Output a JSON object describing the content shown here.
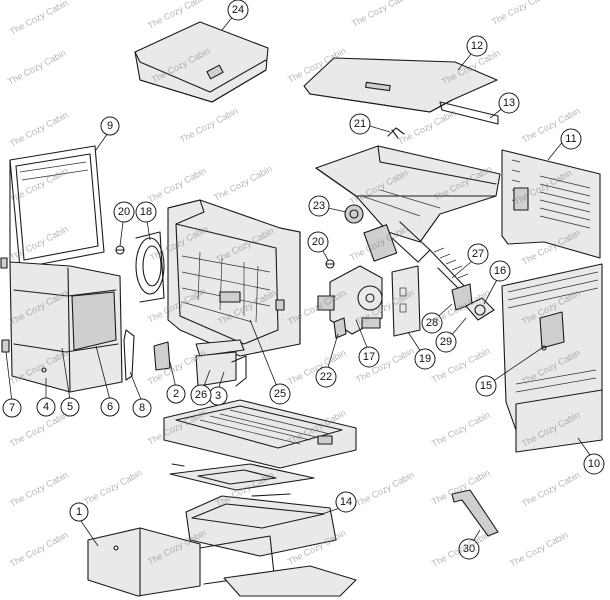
{
  "watermark": "The Cozy Cabin",
  "callouts": [
    "1",
    "2",
    "3",
    "4",
    "5",
    "6",
    "7",
    "8",
    "9",
    "10",
    "11",
    "12",
    "13",
    "14",
    "15",
    "16",
    "17",
    "18",
    "19",
    "20",
    "20",
    "21",
    "22",
    "23",
    "24",
    "25",
    "26",
    "27",
    "28",
    "29",
    "30"
  ]
}
